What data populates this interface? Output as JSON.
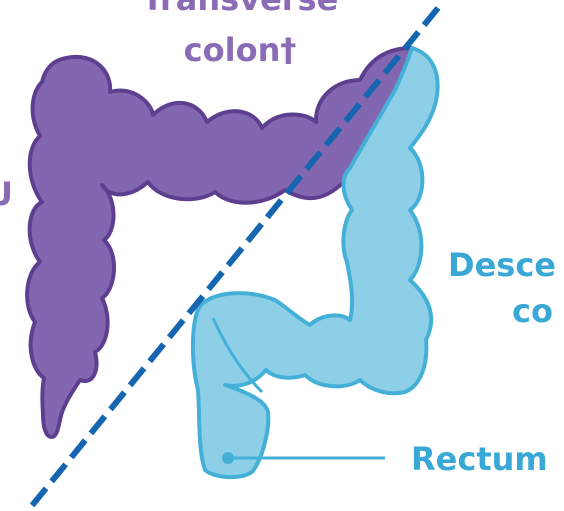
{
  "labels": {
    "transverse_line1": "Transverse",
    "transverse_line2": "colon†",
    "left_partial": "U",
    "descending_line1": "Desce",
    "descending_line2": "co",
    "rectum": "Rectum"
  },
  "colors": {
    "left_colon_fill": "#8366b0",
    "left_colon_stroke": "#5e3f8f",
    "right_colon_fill": "#8ecfe8",
    "right_colon_stroke": "#44b0d8",
    "divider_line": "#1565b0",
    "label_purple": "#8a6bb5",
    "label_blue": "#3aa8d6"
  }
}
